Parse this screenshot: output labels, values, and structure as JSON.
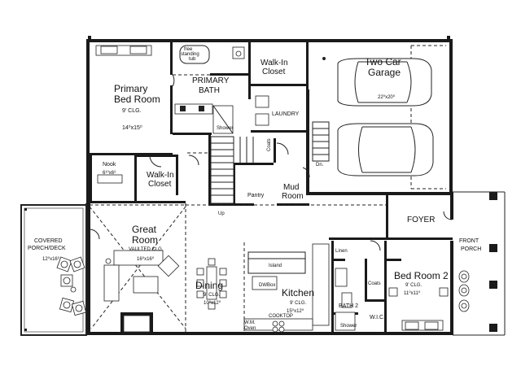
{
  "rooms": {
    "primary_bed": {
      "line1": "Primary",
      "line2": "Bed Room",
      "ceiling": "9' CLG.",
      "size": "14⁰x15⁰"
    },
    "primary_bath": {
      "line1": "PRIMARY",
      "line2": "BATH"
    },
    "tub": {
      "line1": "free",
      "line2": "standing",
      "line3": "tub"
    },
    "shower_primary": "Shower",
    "walkin_primary": {
      "line1": "Walk-In",
      "line2": "Closet"
    },
    "laundry": "LAUNDRY",
    "garage": {
      "line1": "Two Car",
      "line2": "Garage",
      "size": "22⁰x20⁰"
    },
    "nook": {
      "name": "Nook",
      "size": "6¹⁰x6⁶"
    },
    "walkin_hall": {
      "line1": "Walk-In",
      "line2": "Closet"
    },
    "coats_mud": "Coats",
    "mud_room": {
      "line1": "Mud",
      "line2": "Room"
    },
    "pantry": "Pantry",
    "dn": "Dn.",
    "up": "Up",
    "great_room": {
      "line1": "Great",
      "line2": "Room",
      "ceiling": "VAULTED CLG.",
      "size": "16⁰x16⁰"
    },
    "covered_porch": {
      "line1": "COVERED",
      "line2": "PORCH/DECK",
      "size": "12⁰x16⁰"
    },
    "foyer": "FOYER",
    "front_porch": {
      "line1": "FRONT",
      "line2": "PORCH"
    },
    "island": "Island",
    "kitchen": {
      "name": "Kitchen",
      "ceiling": "9' CLG.",
      "size": "15⁰x12⁰"
    },
    "dining": {
      "name": "Dining",
      "ceiling": "9' CLG.",
      "size": "10⁰x12⁰"
    },
    "bath2": "BATH 2",
    "shower2": "Shower",
    "linen": "Linen",
    "coats_hall": "Coats",
    "wic": "W.I.C.",
    "bed2": {
      "line1": "Bed Room 2",
      "ceiling": "9' CLG.",
      "size": "11⁰x11⁰"
    },
    "wm_oven": {
      "line1": "W.M.",
      "line2": "Oven"
    },
    "cooktop": "COOKTOP",
    "dw": "DW",
    "box": "Box"
  }
}
